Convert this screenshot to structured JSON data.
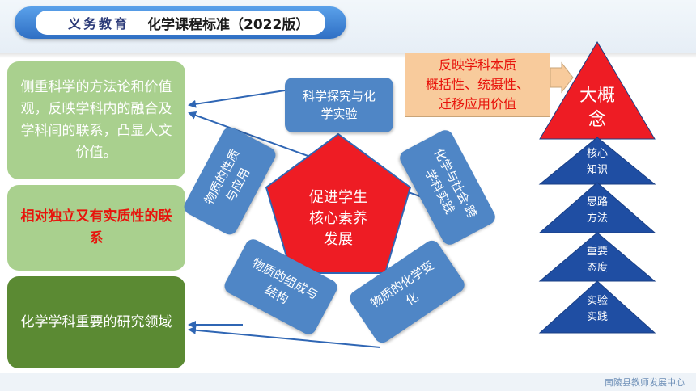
{
  "header": {
    "series_label": "义务教育",
    "title": "化学课程标准（2022版）"
  },
  "left_boxes": {
    "box1": "侧重科学的方法论和价值观，反映学科内的融合及学科间的联系，凸显人文价值。",
    "box2": "相对独立又有实质性的联系",
    "box3": "化学学科重要的研究领域"
  },
  "themes": {
    "top": "科学探究与化学实验",
    "upper_left": "物质的性质与应用",
    "upper_right": "化学与社会·跨学科实践",
    "lower_left": "物质的组成与结构",
    "lower_right": "物质的化学变化"
  },
  "center": {
    "line1": "促进学生",
    "line2": "核心素养",
    "line3": "发展"
  },
  "note": {
    "line1": "反映学科本质",
    "line2": "概括性、统摄性、",
    "line3": "迁移应用价值"
  },
  "pyramid": {
    "apex": "大概念",
    "levels": [
      {
        "line1": "核心",
        "line2": "知识"
      },
      {
        "line1": "思路",
        "line2": "方法"
      },
      {
        "line1": "重要",
        "line2": "态度"
      },
      {
        "line1": "实验",
        "line2": "实践"
      }
    ]
  },
  "footer": "南陵县教师发展中心",
  "colors": {
    "accent_blue": "#4f86c6",
    "apex_red": "#ee1c24",
    "pyramid_blue": "#1f4ea3",
    "light_green": "#a9d08e",
    "dark_green": "#5b8a33",
    "note_orange": "#f8cb9c"
  }
}
